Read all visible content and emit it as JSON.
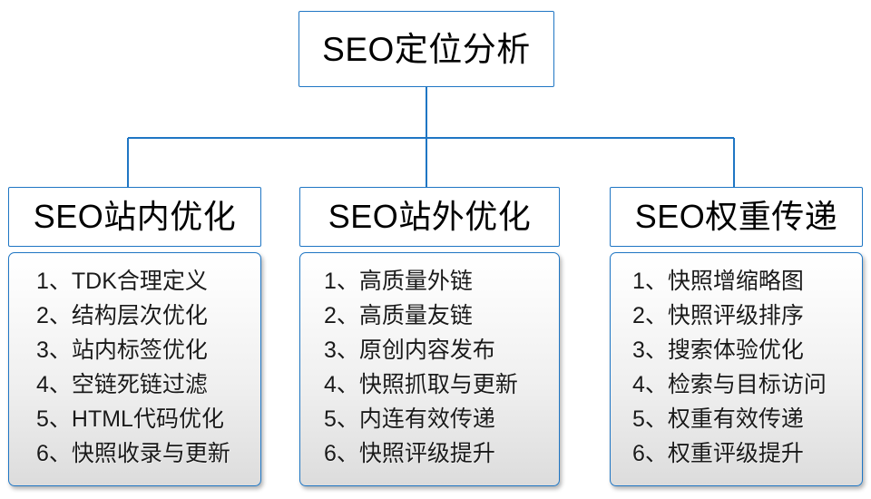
{
  "diagram": {
    "root": {
      "title": "SEO定位分析"
    },
    "branches": [
      {
        "header": "SEO站内优化",
        "items": [
          "1、TDK合理定义",
          "2、结构层次优化",
          "3、站内标签优化",
          "4、空链死链过滤",
          "5、HTML代码优化",
          "6、快照收录与更新"
        ]
      },
      {
        "header": "SEO站外优化",
        "items": [
          "1、高质量外链",
          "2、高质量友链",
          "3、原创内容发布",
          "4、快照抓取与更新",
          "5、内连有效传递",
          "6、快照评级提升"
        ]
      },
      {
        "header": "SEO权重传递",
        "items": [
          "1、快照增缩略图",
          "2、快照评级排序",
          "3、搜索体验优化",
          "4、检索与目标访问",
          "5、权重有效传递",
          "6、权重评级提升"
        ]
      }
    ],
    "colors": {
      "border": "#1f76c4",
      "connector": "#1f76c4",
      "header_fill": "#ffffff",
      "body_fill_top": "#ffffff",
      "body_fill_bottom": "#dcdcdc",
      "text": "#000000"
    }
  }
}
